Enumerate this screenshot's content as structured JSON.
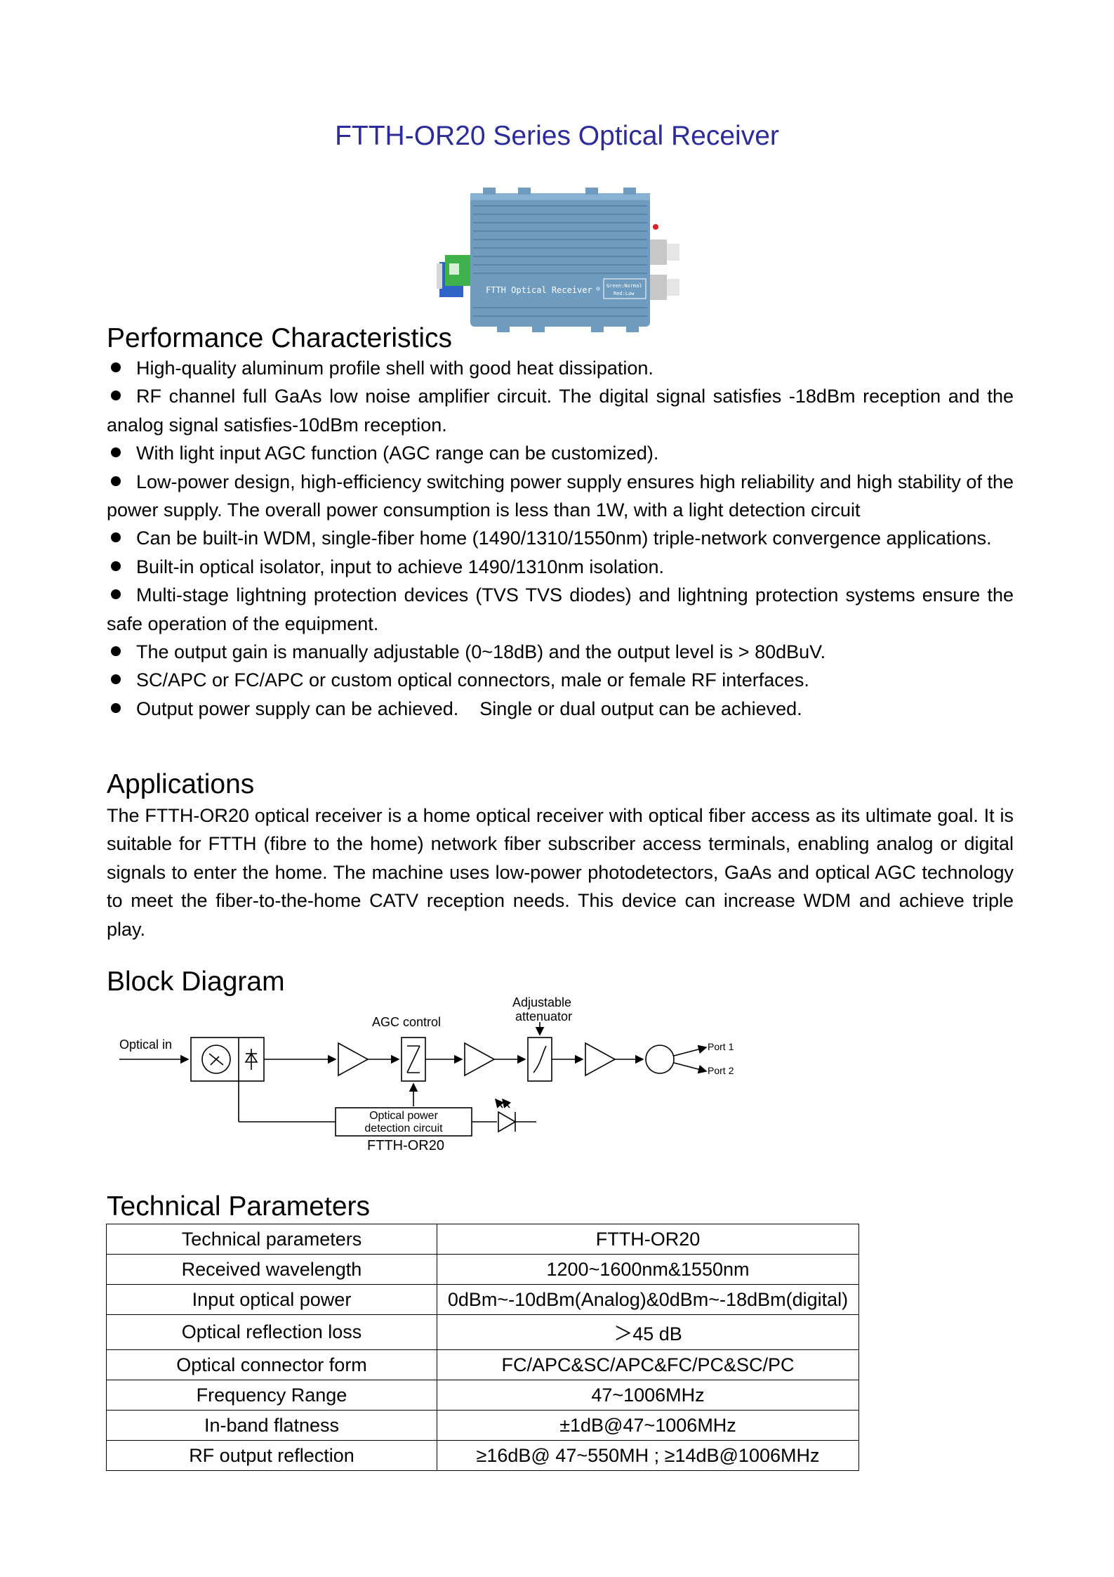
{
  "title": "FTTH-OR20 Series Optical Receiver",
  "product_image": {
    "label": "FTTH Optical Receiver",
    "led_line1": "Green:Normal",
    "led_line2": "Red:Low"
  },
  "performance": {
    "heading": "Performance Characteristics",
    "items": [
      "High-quality aluminum profile shell with good heat dissipation.",
      "RF channel full GaAs low noise amplifier circuit. The digital signal satisfies -18dBm reception and the analog signal satisfies-10dBm reception.",
      "With light input AGC function (AGC range can be customized).",
      "Low-power design, high-efficiency switching power supply ensures high reliability and high stability of the power supply. The overall power consumption is less than 1W, with a light detection circuit",
      "Can be built-in WDM, single-fiber home (1490/1310/1550nm) triple-network convergence applications.",
      "Built-in optical isolator, input to achieve 1490/1310nm isolation.",
      "Multi-stage lightning protection devices (TVS TVS diodes) and lightning protection systems ensure the safe operation of the equipment.",
      "The output gain is manually adjustable (0~18dB) and the output level is > 80dBuV.",
      "SC/APC or FC/APC or custom optical connectors, male or female RF interfaces.",
      "Output power supply can be achieved.    Single or dual output can be achieved."
    ]
  },
  "applications": {
    "heading": "Applications",
    "text": "The FTTH-OR20 optical receiver is a home optical receiver with optical fiber access as its ultimate goal. It is suitable for FTTH (fibre to the home) network fiber subscriber access terminals, enabling analog or digital signals to enter the home. The machine uses low-power photodetectors, GaAs and optical AGC technology to meet the fiber-to-the-home CATV reception needs. This device can increase WDM and achieve triple play."
  },
  "block_diagram": {
    "heading": "Block Diagram",
    "optical_in": "Optical in",
    "agc_control": "AGC control",
    "adjustable_line1": "Adjustable",
    "adjustable_line2": "attenuator",
    "port1": "Port 1",
    "port2": "Port 2",
    "detection_line1": "Optical power",
    "detection_line2": "detection circuit",
    "model": "FTTH-OR20"
  },
  "technical": {
    "heading": "Technical Parameters",
    "rows": [
      {
        "param": "Technical parameters",
        "value": "FTTH-OR20"
      },
      {
        "param": "Received wavelength",
        "value": "1200~1600nm&1550nm"
      },
      {
        "param": "Input optical power",
        "value": "0dBm~-10dBm(Analog)&0dBm~-18dBm(digital)"
      },
      {
        "param": "Optical reflection loss",
        "value": "＞45 dB"
      },
      {
        "param": "Optical connector form",
        "value": "FC/APC&SC/APC&FC/PC&SC/PC"
      },
      {
        "param": "Frequency Range",
        "value": "47~1006MHz"
      },
      {
        "param": "In-band flatness",
        "value": "±1dB@47~1006MHz"
      },
      {
        "param": "RF output reflection",
        "value": "≥16dB@ 47~550MH ; ≥14dB@1006MHz"
      }
    ]
  }
}
